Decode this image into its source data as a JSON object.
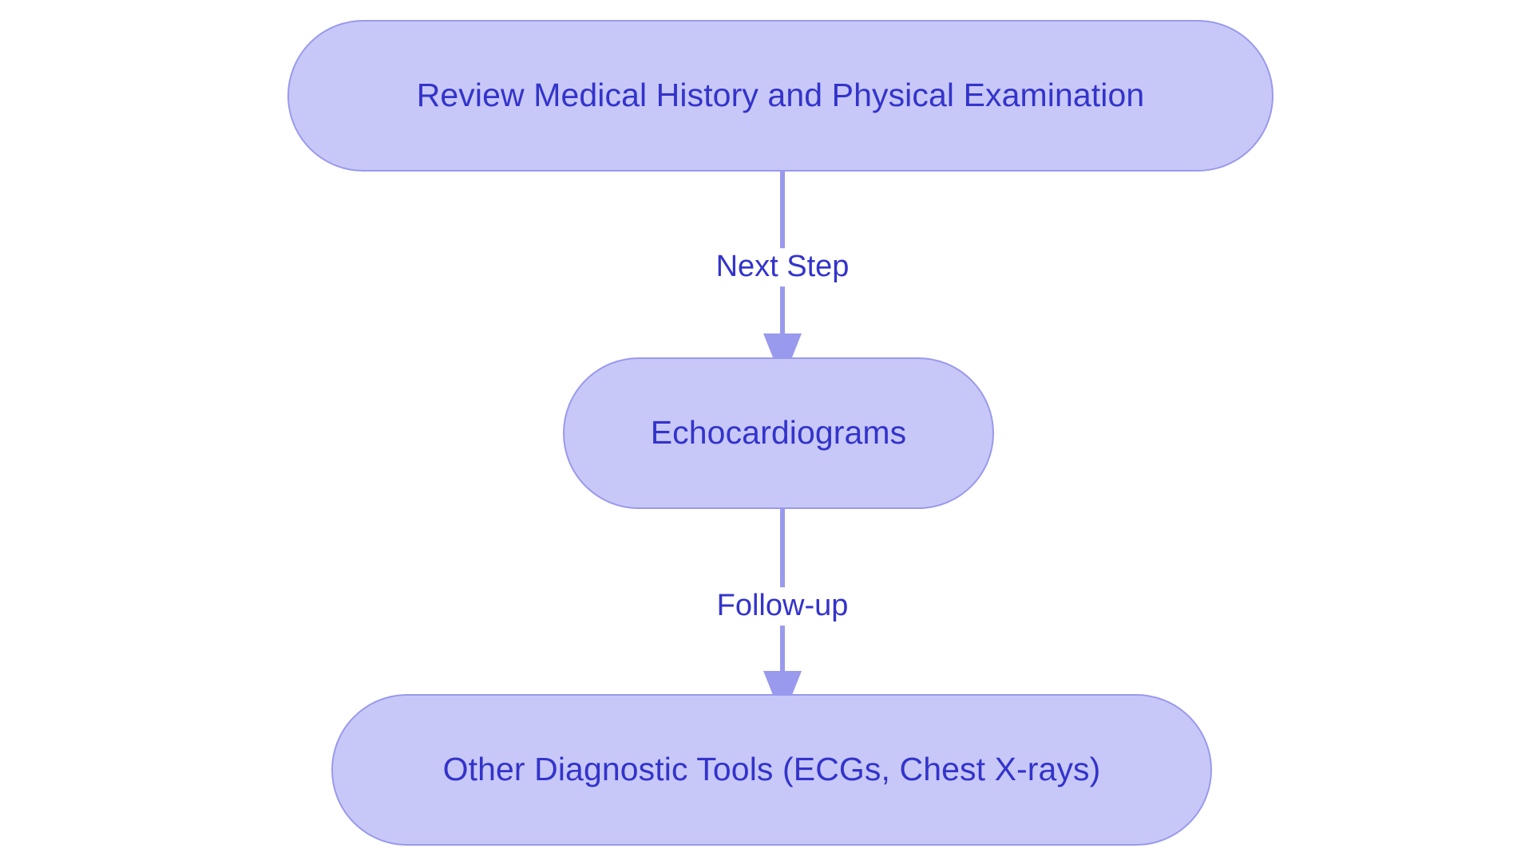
{
  "diagram": {
    "type": "flowchart",
    "direction": "top-to-bottom",
    "background_color": "#ffffff",
    "node_fill_color": "#c8c8f8",
    "node_border_color": "#9999ee",
    "node_text_color": "#3333cc",
    "edge_color": "#9999ee",
    "edge_label_text_color": "#3333cc",
    "nodes": [
      {
        "id": "start",
        "label": "Review Medical History and Physical Examination",
        "shape": "stadium"
      },
      {
        "id": "echo",
        "label": "Echocardiograms",
        "shape": "stadium"
      },
      {
        "id": "other",
        "label": "Other Diagnostic Tools (ECGs, Chest X-rays)",
        "shape": "stadium"
      }
    ],
    "edges": [
      {
        "id": "start-to-echo",
        "from": "start",
        "to": "echo",
        "label": "Next Step",
        "arrowhead": "triangle"
      },
      {
        "id": "echo-to-other",
        "from": "echo",
        "to": "other",
        "label": "Follow-up",
        "arrowhead": "triangle"
      }
    ]
  }
}
